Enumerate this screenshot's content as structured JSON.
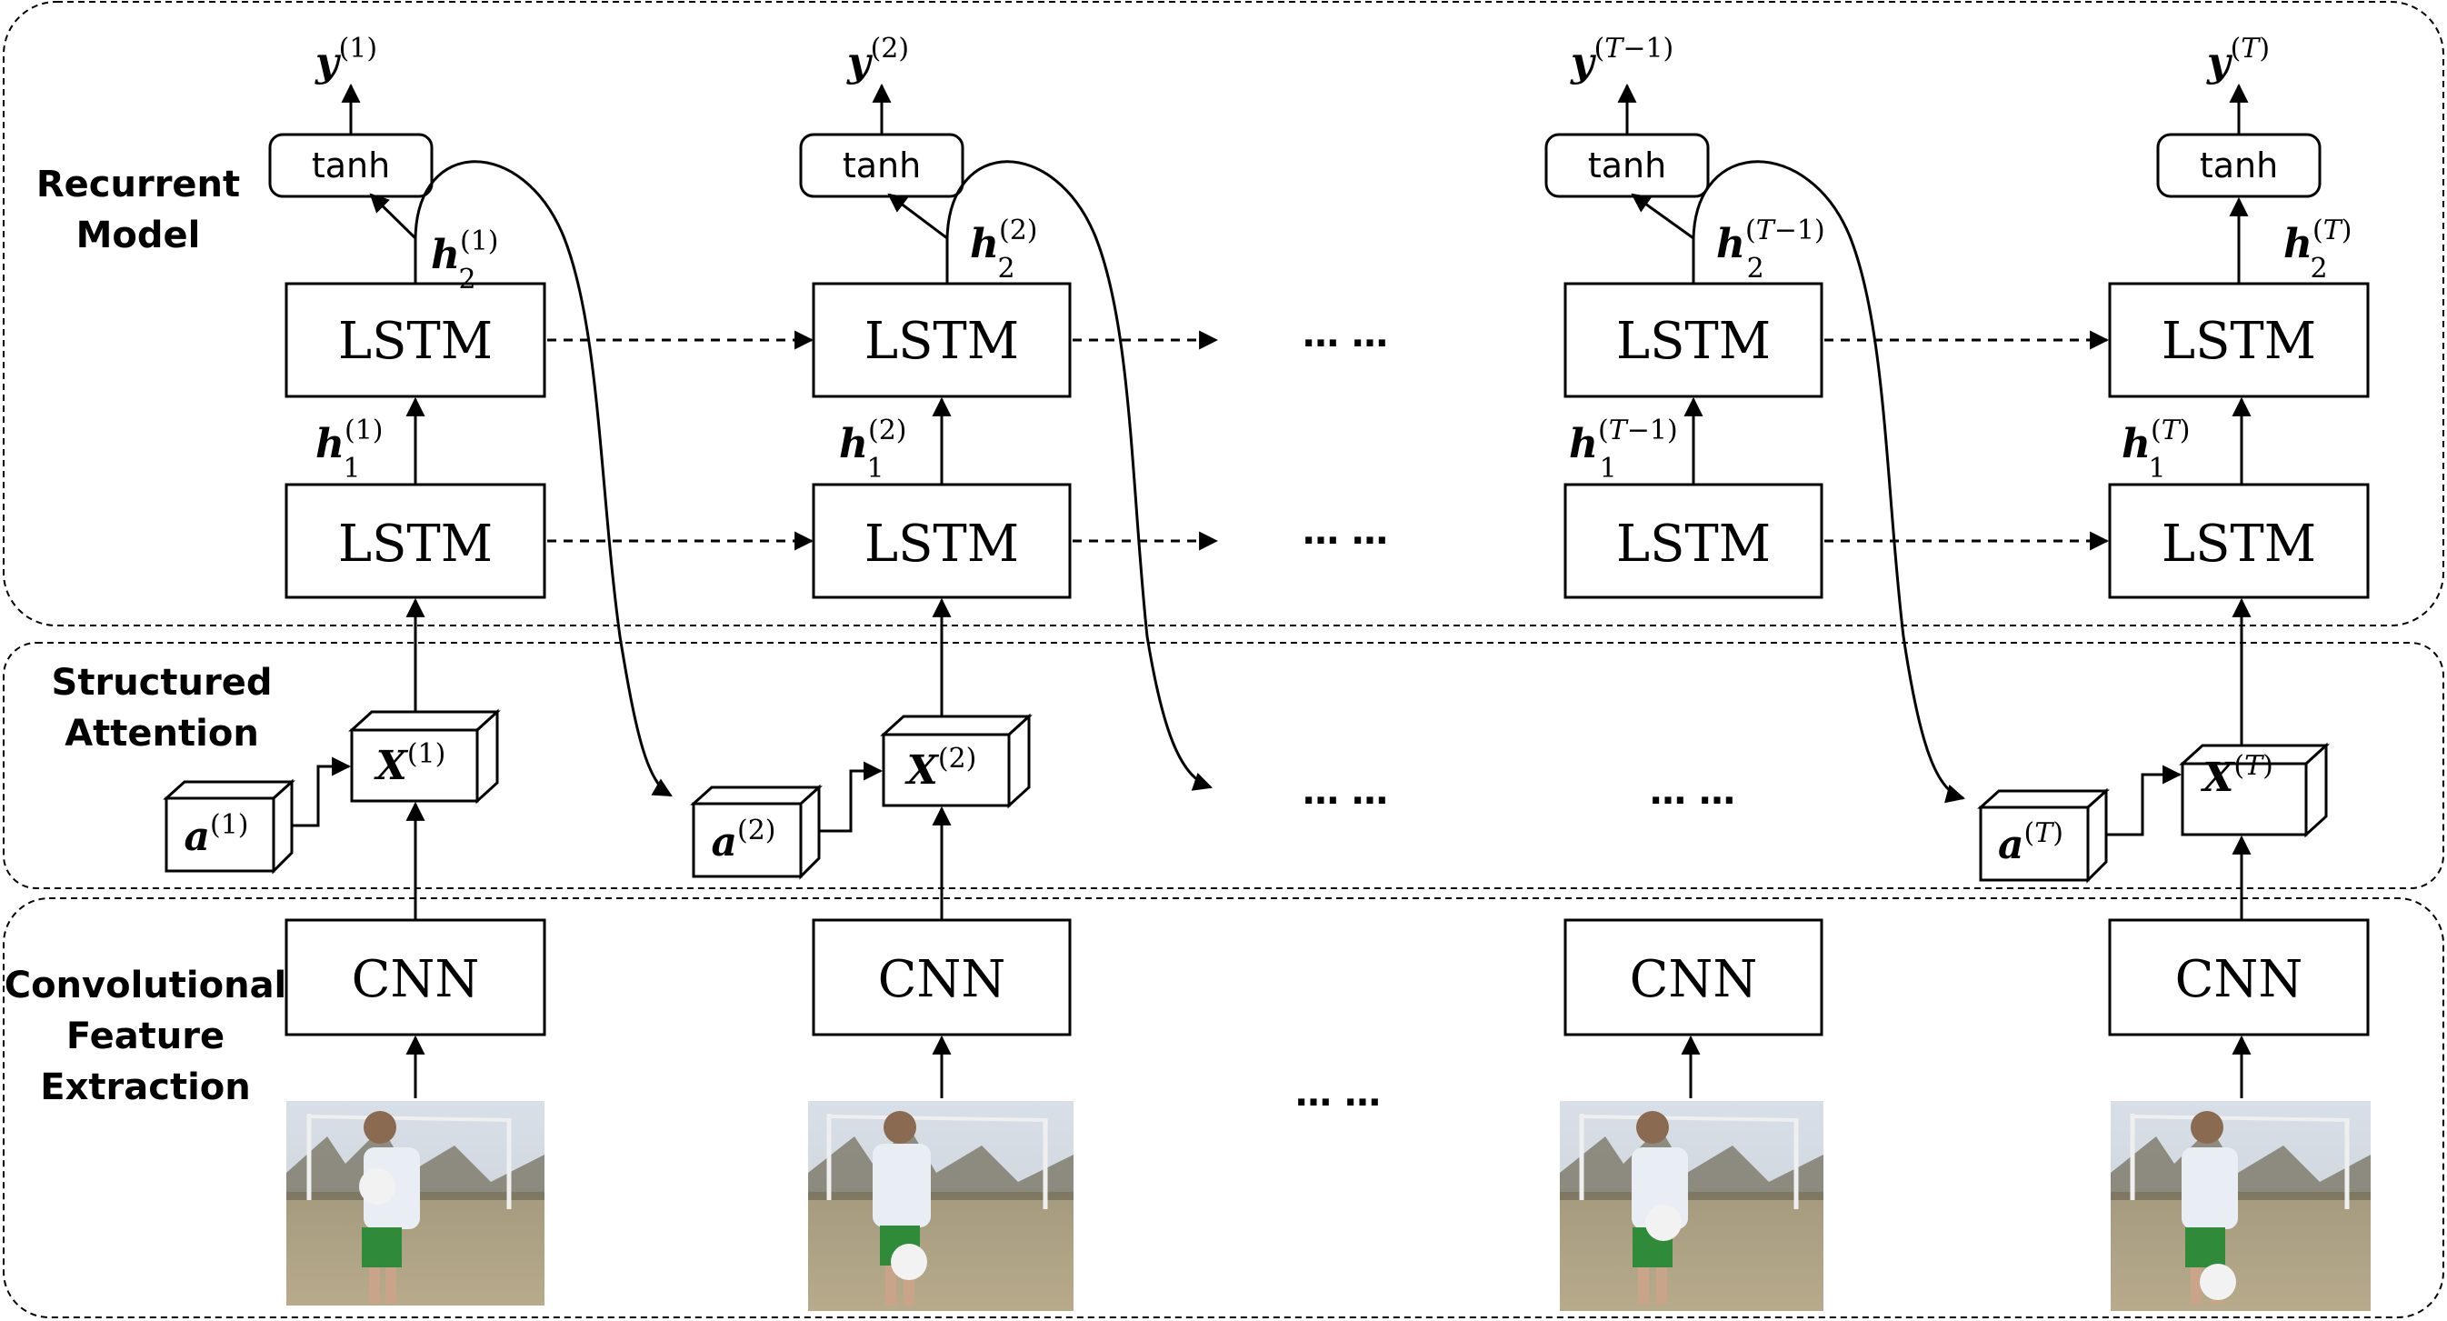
{
  "sections": {
    "recurrent": [
      "Recurrent",
      "Model"
    ],
    "attention": [
      "Structured",
      "Attention"
    ],
    "features": [
      "Convolutional",
      "Feature",
      "Extraction"
    ]
  },
  "labels": {
    "lstm": "LSTM",
    "cnn": "CNN",
    "tanh": "tanh"
  },
  "symbols": {
    "y": "y",
    "h": "h",
    "x": "X",
    "a": "a"
  },
  "ellipsis": "… …",
  "columns": [
    {
      "sup": "(1)",
      "sub1": "1",
      "sub2": "2"
    },
    {
      "sup": "(2)",
      "sub1": "1",
      "sub2": "2"
    },
    {
      "sup_pre": "(",
      "sup_var": "T",
      "sup_post": "−1)",
      "sub1": "1",
      "sub2": "2"
    },
    {
      "sup_pre": "(",
      "sup_var": "T",
      "sup_post": ")",
      "sub1": "1",
      "sub2": "2"
    }
  ],
  "colors": {
    "stroke": "#000000",
    "frame": "#000000"
  }
}
